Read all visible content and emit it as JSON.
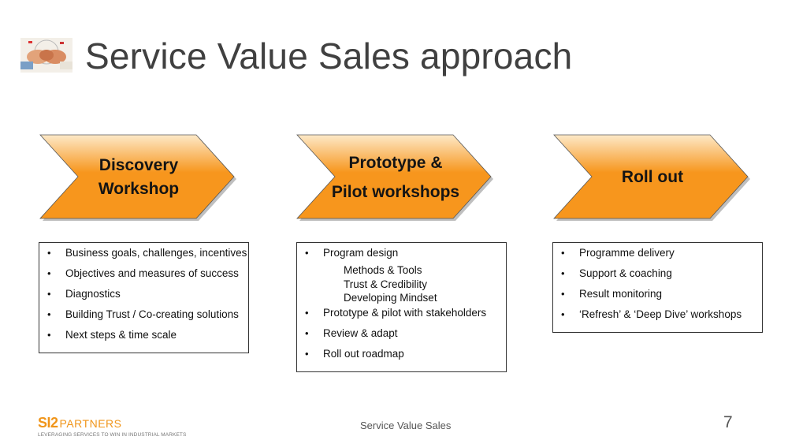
{
  "slide": {
    "title": "Service Value Sales approach",
    "title_icon": "handshake-photo-icon",
    "accent_color": "#f7961d",
    "highlight_color": "#fde9c8"
  },
  "stages": [
    {
      "label_lines": [
        "Discovery",
        "Workshop"
      ],
      "items": [
        {
          "text": "Business goals, challenges, incentives",
          "sub": []
        },
        {
          "text": "Objectives and measures of success",
          "sub": []
        },
        {
          "text": "Diagnostics",
          "sub": []
        },
        {
          "text": "Building Trust / Co-creating solutions",
          "sub": []
        },
        {
          "text": "Next steps & time scale",
          "sub": []
        }
      ]
    },
    {
      "label_lines": [
        "Prototype &",
        "Pilot workshops"
      ],
      "items": [
        {
          "text": "Program design",
          "sub": [
            "Methods & Tools",
            "Trust & Credibility",
            "Developing Mindset"
          ]
        },
        {
          "text": "Prototype & pilot with stakeholders",
          "sub": []
        },
        {
          "text": "Review & adapt",
          "sub": []
        },
        {
          "text": "Roll out roadmap",
          "sub": []
        }
      ]
    },
    {
      "label_lines": [
        "Roll out"
      ],
      "items": [
        {
          "text": "Programme delivery",
          "sub": []
        },
        {
          "text": "Support & coaching",
          "sub": []
        },
        {
          "text": "Result monitoring",
          "sub": []
        },
        {
          "text": "‘Refresh’ & ‘Deep Dive’ workshops",
          "sub": []
        }
      ]
    }
  ],
  "footer": {
    "logo_mark": "SI2",
    "logo_word": "PARTNERS",
    "logo_tagline": "LEVERAGING SERVICES TO WIN IN INDUSTRIAL MARKETS",
    "center_text": "Service Value Sales",
    "page_number": "7"
  }
}
